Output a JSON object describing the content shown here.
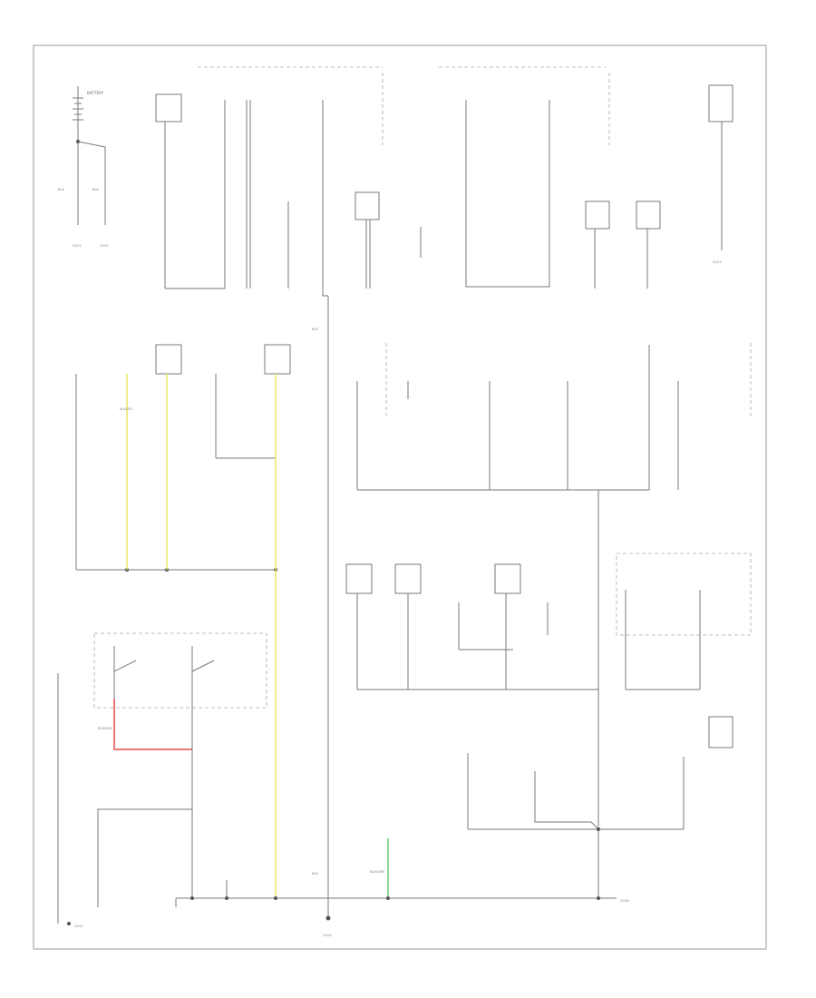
{
  "diagram": {
    "labels": {
      "battery": "BATTERY",
      "g101": "G101",
      "g102": "G102",
      "g103": "G103",
      "g104": "G104",
      "g105": "G105",
      "g106": "G106",
      "blk": "BLK",
      "blk_yel": "BLK/YEL",
      "blk_red": "BLK/RED",
      "blk_grn": "BLK/GRN"
    },
    "colors": {
      "yellow_wire": "#e8e860",
      "red_wire": "#e04a4a",
      "green_wire": "#6cc46c"
    }
  },
  "footer": {
    "id": ""
  }
}
